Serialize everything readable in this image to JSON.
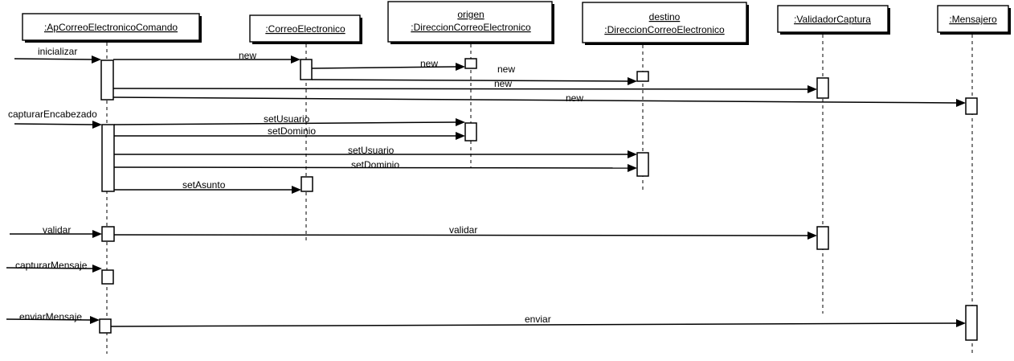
{
  "objects": [
    {
      "id": "ap",
      "name": ":ApCorreoElectronicoComando",
      "role": ""
    },
    {
      "id": "correo",
      "name": ":CorreoElectronico",
      "role": ""
    },
    {
      "id": "origen",
      "name": ":DireccionCorreoElectronico",
      "role": "origen"
    },
    {
      "id": "destino",
      "name": ":DireccionCorreoElectronico",
      "role": "destino"
    },
    {
      "id": "validador",
      "name": ":ValidadorCaptura",
      "role": ""
    },
    {
      "id": "mensajero",
      "name": ":Mensajero",
      "role": ""
    }
  ],
  "messages": [
    {
      "label": "inicializar",
      "from": "external",
      "to": "ap"
    },
    {
      "label": "new",
      "from": "ap",
      "to": "correo"
    },
    {
      "label": "new",
      "from": "correo",
      "to": "origen"
    },
    {
      "label": "new",
      "from": "correo",
      "to": "destino"
    },
    {
      "label": "new",
      "from": "ap",
      "to": "validador"
    },
    {
      "label": "new",
      "from": "ap",
      "to": "mensajero"
    },
    {
      "label": "capturarEncabezado",
      "from": "external",
      "to": "ap"
    },
    {
      "label": "setUsuario",
      "from": "ap",
      "to": "origen"
    },
    {
      "label": "setDominio",
      "from": "ap",
      "to": "origen"
    },
    {
      "label": "setUsuario",
      "from": "ap",
      "to": "destino"
    },
    {
      "label": "setDominio",
      "from": "ap",
      "to": "destino"
    },
    {
      "label": "setAsunto",
      "from": "ap",
      "to": "correo"
    },
    {
      "label": "validar",
      "from": "external",
      "to": "ap"
    },
    {
      "label": "validar",
      "from": "ap",
      "to": "validador"
    },
    {
      "label": "capturarMensaje",
      "from": "external",
      "to": "ap"
    },
    {
      "label": "enviarMensaje",
      "from": "external",
      "to": "ap"
    },
    {
      "label": "enviar",
      "from": "ap",
      "to": "mensajero"
    }
  ]
}
